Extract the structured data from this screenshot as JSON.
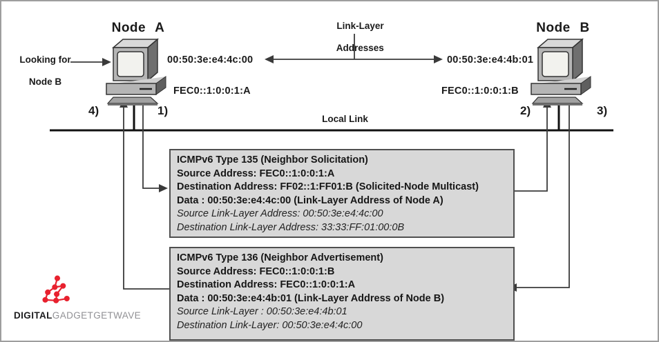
{
  "diagram": {
    "nodes": {
      "a": {
        "title": "Node A",
        "mac": "00:50:3e:e4:4c:00",
        "ipv6": "FEC0::1:0:0:1:A",
        "annotation": {
          "line1": "Looking for",
          "line2": "Node B"
        }
      },
      "b": {
        "title": "Node B",
        "mac": "00:50:3e:e4:4b:01",
        "ipv6": "FEC0::1:0:0:1:B"
      }
    },
    "labels": {
      "link_layer": {
        "line1": "Link-Layer",
        "line2": "Addresses"
      },
      "local_link": "Local Link"
    },
    "steps": {
      "s1": "1)",
      "s2": "2)",
      "s3": "3)",
      "s4": "4)"
    },
    "messages": [
      {
        "title": "ICMPv6 Type 135 (Neighbor Solicitation)",
        "lines": [
          "Source Address: FEC0::1:0:0:1:A",
          "Destination Address: FF02::1:FF01:B (Solicited-Node Multicast)",
          "Data : 00:50:3e:e4:4c:00 (Link-Layer Address of Node A)"
        ],
        "italic_lines": [
          "Source Link-Layer Address: 00:50:3e:e4:4c:00",
          "Destination Link-Layer Address: 33:33:FF:01:00:0B"
        ]
      },
      {
        "title": "ICMPv6 Type 136 (Neighbor Advertisement)",
        "lines": [
          "Source Address: FEC0::1:0:0:1:B",
          "Destination Address: FEC0::1:0:0:1:A",
          "Data : 00:50:3e:e4:4b:01 (Link-Layer Address of Node B)"
        ],
        "italic_lines": [
          "Source Link-Layer : 00:50:3e:e4:4b:01",
          "Destination Link-Layer: 00:50:3e:e4:4c:00"
        ]
      }
    ],
    "colors": {
      "box_fill": "#d8d8d8",
      "box_border": "#4f4f4f",
      "line": "#3a3a3a",
      "local_link_line": "#111111",
      "logo_red": "#e8212e"
    }
  },
  "branding": {
    "logo_icon": "network-dots-icon",
    "logo_bold": "DIGITAL",
    "logo_light": "GADGETGETWAVE"
  }
}
